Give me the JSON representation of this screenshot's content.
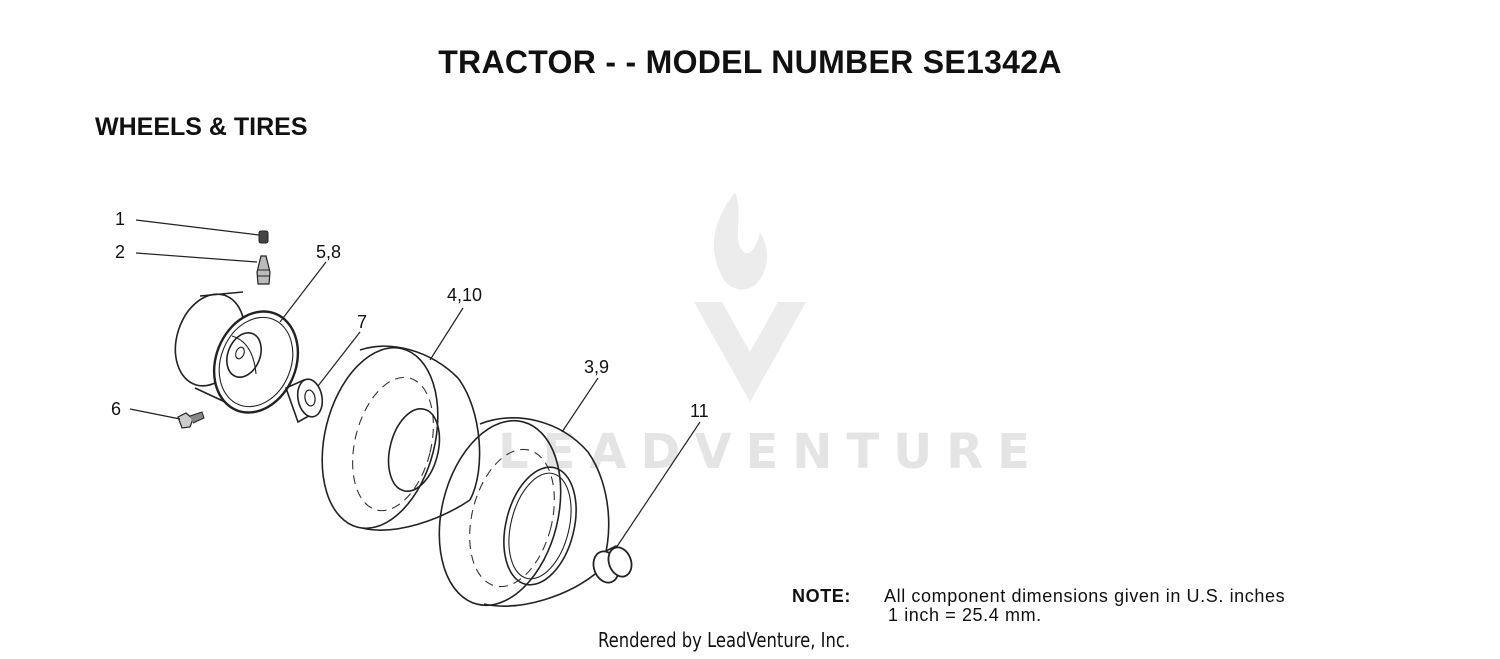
{
  "header": {
    "title": "TRACTOR - - MODEL NUMBER SE1342A",
    "section": "WHEELS & TIRES"
  },
  "callouts": [
    {
      "id": "c1",
      "label": "1"
    },
    {
      "id": "c2",
      "label": "2"
    },
    {
      "id": "c58",
      "label": "5,8"
    },
    {
      "id": "c410",
      "label": "4,10"
    },
    {
      "id": "c7",
      "label": "7"
    },
    {
      "id": "c39",
      "label": "3,9"
    },
    {
      "id": "c6",
      "label": "6"
    },
    {
      "id": "c11",
      "label": "11"
    }
  ],
  "watermark": {
    "text": "LEADVENTURE"
  },
  "note": {
    "label": "NOTE:",
    "line1": "All component dimensions given in U.S. inches",
    "line2": "1 inch = 25.4 mm."
  },
  "footer": {
    "credit": "Rendered by LeadVenture, Inc."
  }
}
